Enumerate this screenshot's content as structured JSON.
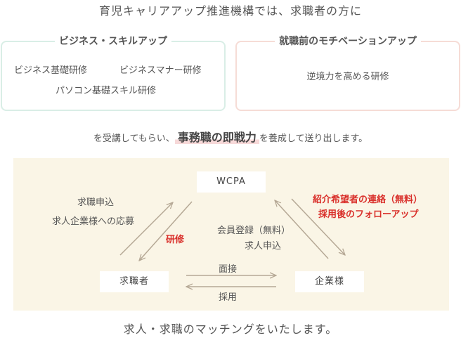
{
  "intro": "育児キャリアアップ推進機構では、求職者の方に",
  "skill_box": {
    "title": "ビジネス・スキルアップ",
    "items": [
      "ビジネス基礎研修",
      "ビジネスマナー研修",
      "パソコン基礎スキル研修"
    ]
  },
  "motivation_box": {
    "title": "就職前のモチベーションアップ",
    "items": [
      "逆境力を高める研修"
    ]
  },
  "middle": {
    "before": "を受講してもらい、",
    "highlight": "事務職の即戦力",
    "after": "を養成して送り出します。"
  },
  "diagram": {
    "nodes": {
      "wcpa": "WCPA",
      "seeker": "求職者",
      "company": "企業様"
    },
    "labels": {
      "seeker_to_wcpa_1": "求職申込",
      "seeker_to_wcpa_2": "求人企業様への応募",
      "wcpa_to_seeker": "研修",
      "company_to_wcpa_1": "会員登録（無料）",
      "company_to_wcpa_2": "求人申込",
      "wcpa_to_company_1": "紹介希望者の連絡（無料）",
      "wcpa_to_company_2": "採用後のフォローアップ",
      "interview": "面接",
      "hiring": "採用"
    },
    "colors": {
      "background": "#faf5e6",
      "arrow": "#b5a895",
      "accent_red": "#d9302b"
    }
  },
  "bottom": "求人・求職のマッチングをいたします。"
}
